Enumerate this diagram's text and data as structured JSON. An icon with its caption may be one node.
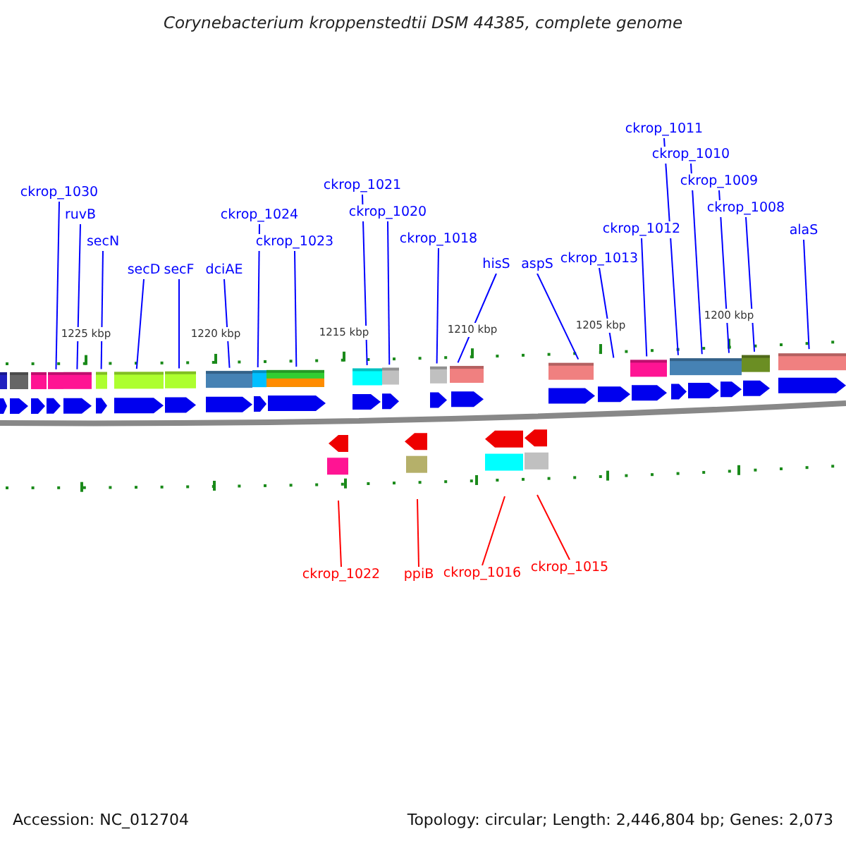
{
  "diagram": {
    "title": "Corynebacterium kroppenstedtii DSM 44385, complete genome",
    "nodes": [
      {
        "text": [
          "ckrop_1030"
        ]
      },
      {
        "text": [
          "ruvB"
        ]
      },
      {
        "text": [
          "secN"
        ]
      },
      {
        "text": [
          "secD"
        ]
      },
      {
        "text": [
          "secF"
        ]
      },
      {
        "text": [
          "dciAE"
        ]
      },
      {
        "text": [
          "ckrop_1024"
        ]
      },
      {
        "text": [
          "ckrop_1023"
        ]
      },
      {
        "text": [
          "ckrop_1021"
        ]
      },
      {
        "text": [
          "ckrop_1020"
        ]
      },
      {
        "text": [
          "ckrop_1018"
        ]
      },
      {
        "text": [
          "hisS"
        ]
      },
      {
        "text": [
          "aspS"
        ]
      },
      {
        "text": [
          "ckrop_1013"
        ]
      },
      {
        "text": [
          "ckrop_1012"
        ]
      },
      {
        "text": [
          "ckrop_1011"
        ]
      },
      {
        "text": [
          "ckrop_1010"
        ]
      },
      {
        "text": [
          "ckrop_1009"
        ]
      },
      {
        "text": [
          "ckrop_1008"
        ]
      },
      {
        "text": [
          "alaS"
        ]
      },
      {
        "text": [
          "ckrop_1022"
        ]
      },
      {
        "text": [
          "ppiB"
        ]
      },
      {
        "text": [
          "ckrop_1016"
        ]
      },
      {
        "text": [
          "ckrop_1015"
        ]
      }
    ],
    "edges": [
      {
        "from": 0,
        "to": null,
        "arrow": "none"
      },
      {
        "from": 1,
        "to": null,
        "arrow": "none"
      },
      {
        "from": 2,
        "to": null,
        "arrow": "none"
      },
      {
        "from": 3,
        "to": null,
        "arrow": "none"
      },
      {
        "from": 4,
        "to": null,
        "arrow": "none"
      },
      {
        "from": 5,
        "to": null,
        "arrow": "none"
      },
      {
        "from": 6,
        "to": null,
        "arrow": "none"
      },
      {
        "from": 7,
        "to": null,
        "arrow": "none"
      },
      {
        "from": 8,
        "to": null,
        "arrow": "none"
      },
      {
        "from": 9,
        "to": null,
        "arrow": "none"
      },
      {
        "from": 10,
        "to": null,
        "arrow": "none"
      },
      {
        "from": 11,
        "to": null,
        "arrow": "none"
      },
      {
        "from": 12,
        "to": null,
        "arrow": "none"
      },
      {
        "from": 13,
        "to": null,
        "arrow": "none"
      },
      {
        "from": 14,
        "to": null,
        "arrow": "none"
      },
      {
        "from": 15,
        "to": null,
        "arrow": "none"
      },
      {
        "from": 16,
        "to": null,
        "arrow": "none"
      },
      {
        "from": 17,
        "to": null,
        "arrow": "none"
      },
      {
        "from": 18,
        "to": null,
        "arrow": "none"
      },
      {
        "from": 19,
        "to": null,
        "arrow": "none"
      },
      {
        "from": 20,
        "to": null,
        "arrow": "none",
        "color": "#ff0000"
      },
      {
        "from": 21,
        "to": null,
        "arrow": "none",
        "color": "#ff0000"
      },
      {
        "from": 22,
        "to": null,
        "arrow": "none",
        "color": "#ff0000"
      },
      {
        "from": 23,
        "to": null,
        "arrow": "none",
        "color": "#ff0000"
      }
    ],
    "labels": [
      "1225 kbp",
      "1220 kbp",
      "1215 kbp",
      "1210 kbp",
      "1205 kbp",
      "1200 kbp",
      "Accession: NC_012704",
      "Topology: circular; Length: 2,446,804 bp; Genes: 2,073"
    ]
  }
}
